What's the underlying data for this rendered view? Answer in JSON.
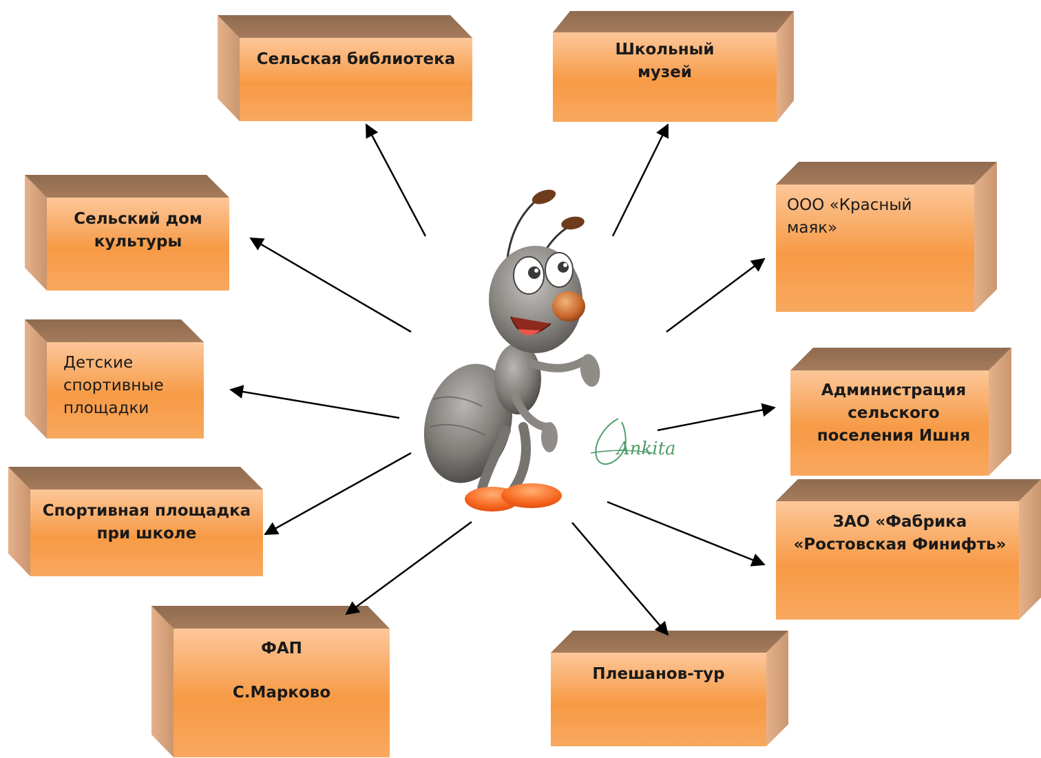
{
  "nodes": {
    "library": {
      "lines": [
        "Сельская библиотека"
      ]
    },
    "museum": {
      "lines": [
        "Школьный",
        "музей"
      ]
    },
    "culture_house": {
      "lines": [
        "Сельский дом",
        "культуры"
      ]
    },
    "red_lighthouse": {
      "lines": [
        "ООО «Красный",
        "маяк»"
      ]
    },
    "playgrounds": {
      "lines": [
        "Детские",
        "спортивные",
        "площадки"
      ]
    },
    "administration": {
      "lines": [
        "Администрация",
        "сельского",
        "поселения Ишня"
      ]
    },
    "school_sports": {
      "lines": [
        "Спортивная площадка",
        "при школе"
      ]
    },
    "factory": {
      "lines": [
        "ЗАО «Фабрика",
        "«Ростовская Финифть»"
      ]
    },
    "fap": {
      "lines": [
        "ФАП",
        "",
        "С.Марково"
      ]
    },
    "pleshanov": {
      "lines": [
        "Плешанов-тур"
      ]
    }
  },
  "center": {
    "icon": "ant-mascot-icon",
    "signature": "Ankita"
  },
  "colors": {
    "box_top": "#9b7356",
    "box_side": "#d9a882",
    "box_front_light": "#fcc79a",
    "box_front_dark": "#f6973f",
    "arrow": "#000000"
  }
}
